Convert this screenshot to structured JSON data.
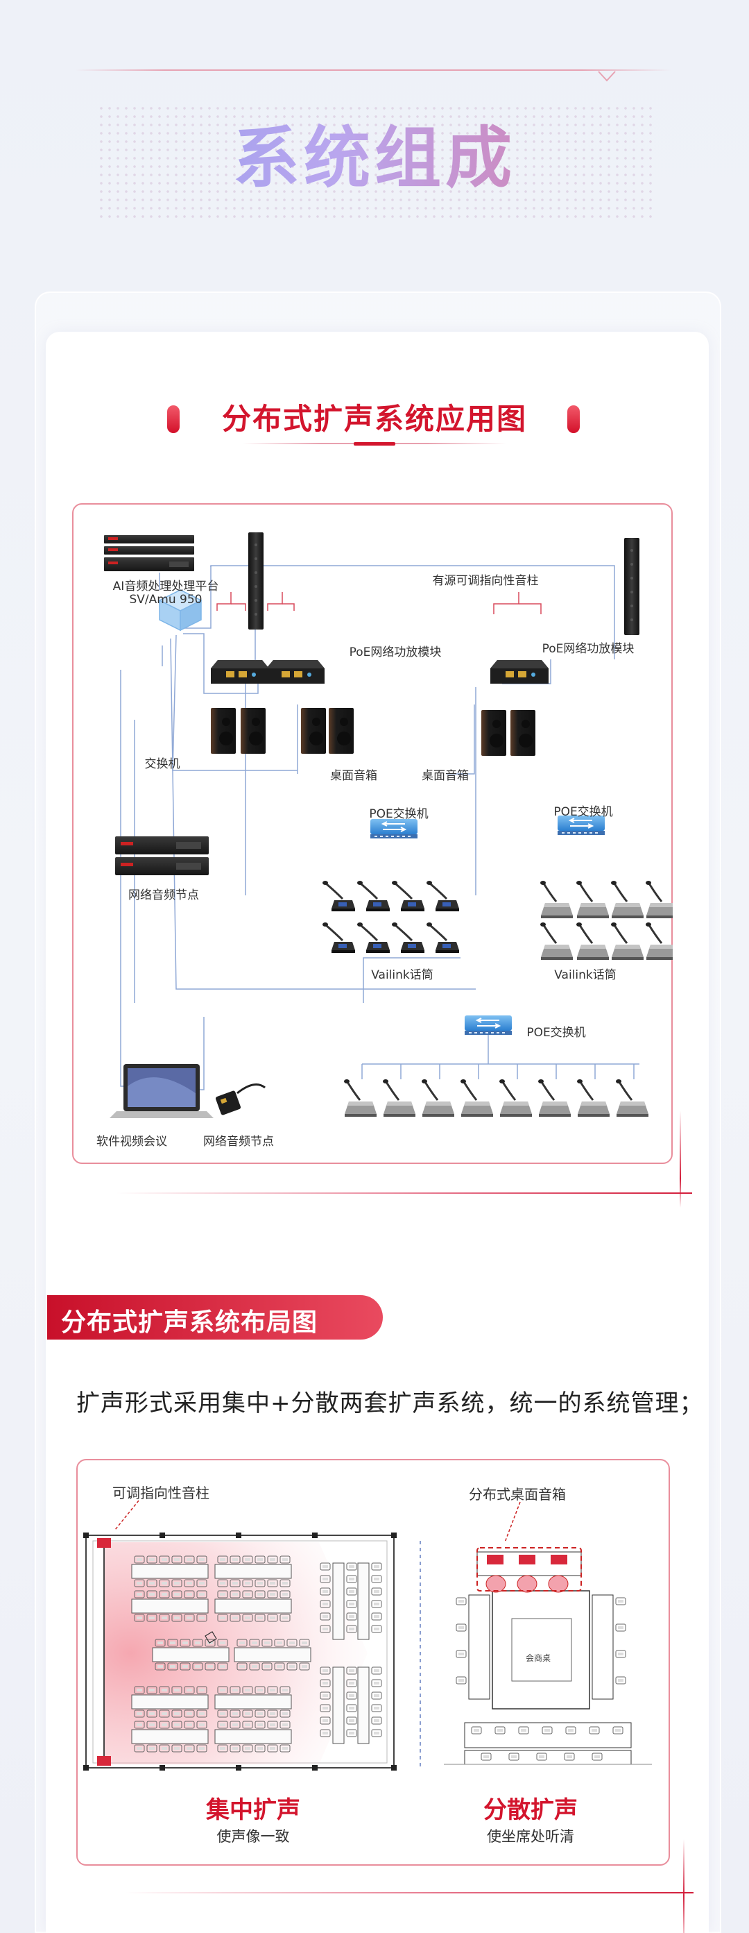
{
  "header": {
    "title": "系统组成"
  },
  "section1": {
    "title": "分布式扩声系统应用图",
    "labels": {
      "processor": "AI音频处理处理平台",
      "processor_model": "SV/Amu 950",
      "column_speaker": "有源可调指向性音柱",
      "amp_left": "PoE网络功放模块",
      "amp_right": "PoE网络功放模块",
      "switch": "交换机",
      "desk_speaker_1": "桌面音箱",
      "desk_speaker_2": "桌面音箱",
      "poe_switch_left": "POE交换机",
      "poe_switch_right": "POE交换机",
      "network_node": "网络音频节点",
      "mic_left": "Vailink话筒",
      "mic_right": "Vailink话筒",
      "poe_switch_bottom": "POE交换机",
      "software_conf": "软件视频会议",
      "network_node_2": "网络音频节点"
    }
  },
  "section2": {
    "title": "分布式扩声系统布局图",
    "description": "扩声形式采用集中+分散两套扩声系统，统一的系统管理；",
    "labels": {
      "column_speaker": "可调指向性音柱",
      "desk_speaker": "分布式桌面音箱",
      "conference_table": "会商桌"
    },
    "captions": {
      "central_title": "集中扩声",
      "central_sub": "使声像一致",
      "distributed_title": "分散扩声",
      "distributed_sub": "使坐席处听清"
    }
  },
  "colors": {
    "accent": "#d3152d",
    "frame": "#e98e9c",
    "line": "#8fa8d6",
    "device": "#2a2a2a"
  }
}
